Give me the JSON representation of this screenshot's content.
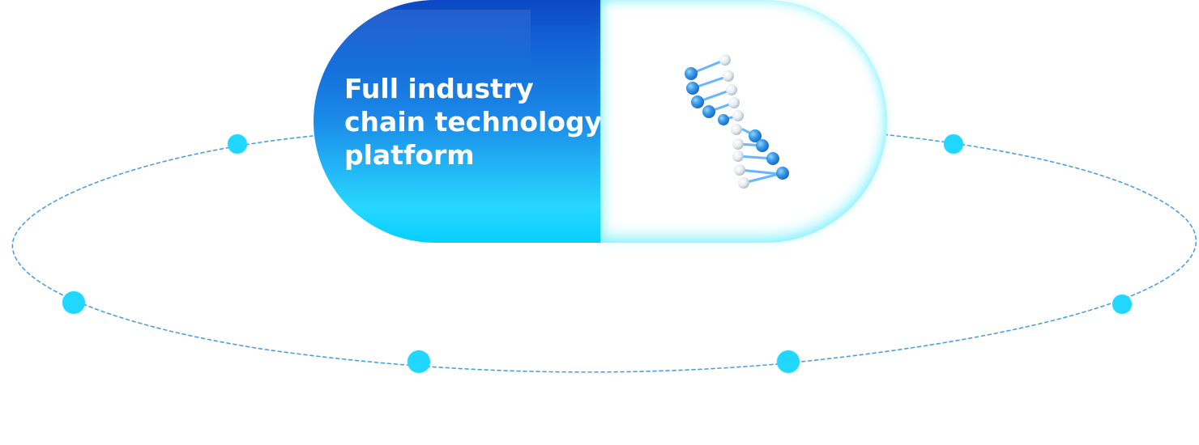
{
  "capsule": {
    "title_lines": [
      "Full industry",
      "chain technology",
      "platform"
    ],
    "icon": "dna-icon"
  },
  "orbit": {
    "icon": "orbit-ring"
  }
}
